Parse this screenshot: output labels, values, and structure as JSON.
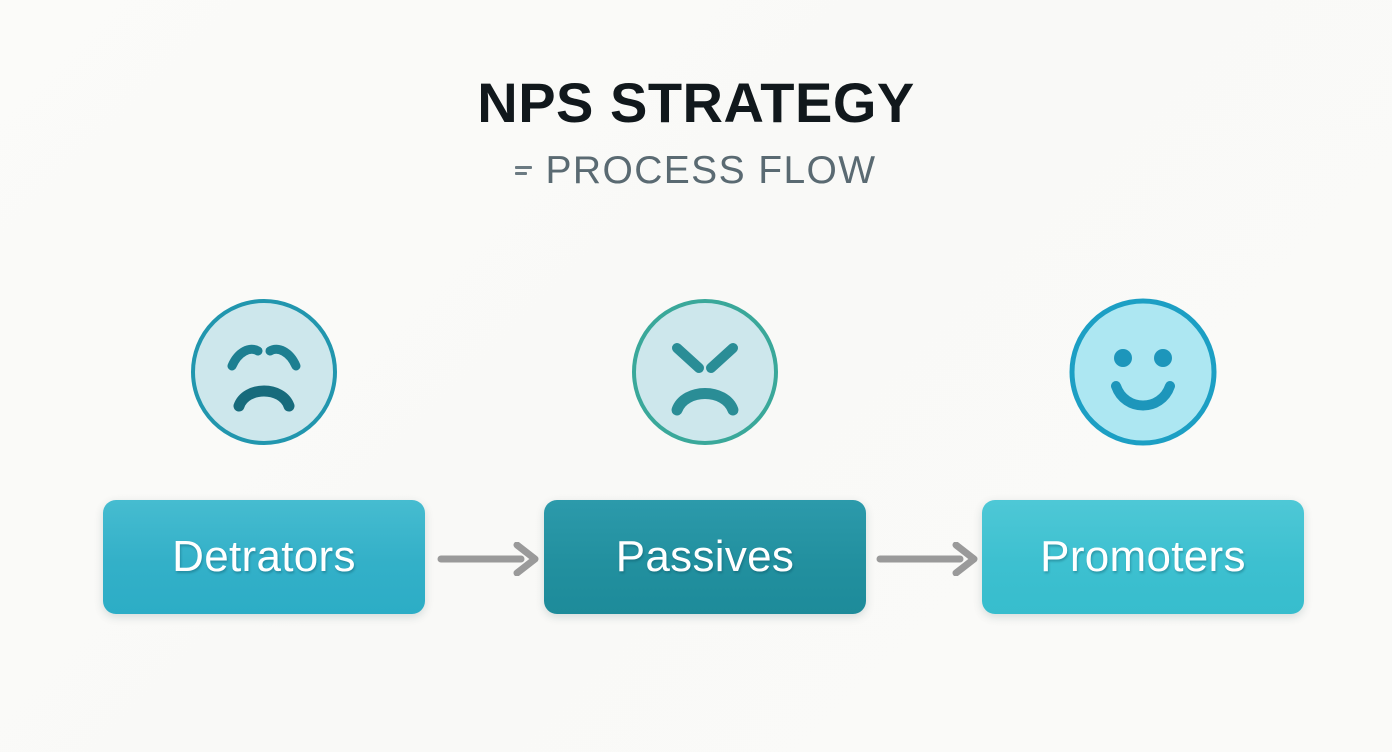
{
  "header": {
    "title": "NPS STRATEGY",
    "subtitle": "PROCESS FLOW",
    "subtitle_marker": "dash-marker-icon"
  },
  "colors": {
    "background": "#fafaf8",
    "title": "#11181c",
    "subtitle": "#5a6a72",
    "detractors_box": "#33b0c8",
    "passives_box": "#22909f",
    "promoters_box": "#3dc0d0",
    "detractors_face_fill": "#cde7ec",
    "detractors_face_stroke": "#2196ae",
    "passives_face_fill": "#cde7ec",
    "passives_face_stroke": "#3aa89a",
    "promoters_face_fill": "#ade7f2",
    "promoters_face_stroke": "#1c9fc4",
    "arrow": "#9a9a9a",
    "box_label": "#ffffff"
  },
  "flow": {
    "stages": [
      {
        "id": "detractors",
        "label": "Detrators",
        "face": "sad-face-icon",
        "face_fill": "#cde7ec",
        "face_stroke": "#2196ae",
        "feature_color": "#1d7f91",
        "box_color": "#33b0c8"
      },
      {
        "id": "passives",
        "label": "Passives",
        "face": "angry-face-icon",
        "face_fill": "#cde7ec",
        "face_stroke": "#3aa89a",
        "feature_color": "#2a8d96",
        "box_color": "#22909f"
      },
      {
        "id": "promoters",
        "label": "Promoters",
        "face": "happy-face-icon",
        "face_fill": "#ade7f2",
        "face_stroke": "#1c9fc4",
        "feature_color": "#1d96bb",
        "box_color": "#3dc0d0"
      }
    ],
    "connectors": [
      {
        "id": "detractors-to-passives",
        "icon": "arrow-right-icon"
      },
      {
        "id": "passives-to-promoters",
        "icon": "arrow-right-icon"
      }
    ]
  }
}
